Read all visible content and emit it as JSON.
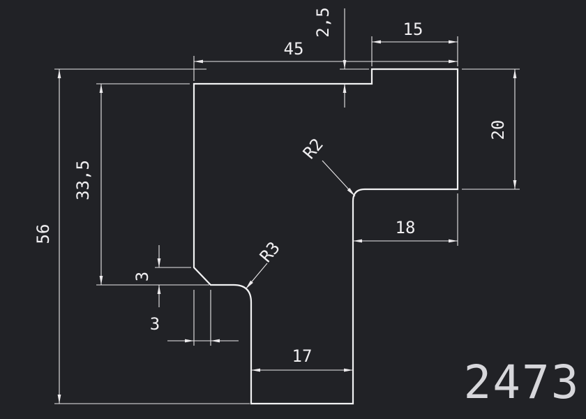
{
  "colors": {
    "background": "#212226",
    "line": "#f2f2f3",
    "text": "#f0eff1",
    "part_number_color": "#d7d7db"
  },
  "drawing": {
    "part_number": "2473",
    "dimensions": {
      "overall_height": "56",
      "upper_left_height": "33,5",
      "overall_width": "45",
      "top_tab_width": "15",
      "top_step_depth": "2,5",
      "right_flange_height": "20",
      "right_flange_width": "18",
      "bottom_leg_width": "17",
      "chamfer_height": "3",
      "chamfer_width": "3",
      "radius_top": "R2",
      "radius_bottom": "R3"
    }
  }
}
